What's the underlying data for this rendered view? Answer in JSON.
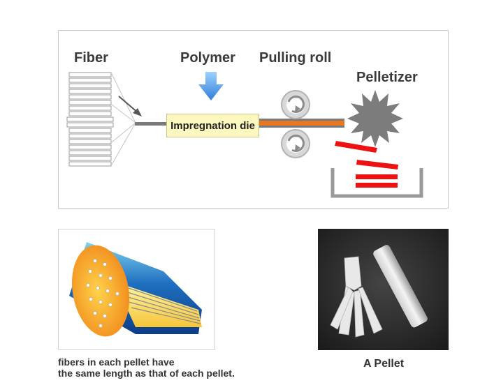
{
  "diagram": {
    "fiber_label": "Fiber",
    "polymer_label": "Polymer",
    "pulling_roll_label": "Pulling roll",
    "pelletizer_label": "Pelletizer",
    "impregnation_die_label": "Impregnation die",
    "colors": {
      "rod_orange": "#e87722",
      "rod_gray": "#7a7a7a",
      "arrow_blue": "#3a8fe0",
      "pellet_red": "#ee1111",
      "pelletizer_gray": "#7c7c7c",
      "die_fill": "#fdf8c0"
    },
    "icons": [
      "down-arrow-icon",
      "rotation-icon",
      "gear-blade-icon"
    ]
  },
  "cross_section": {
    "caption_line1": "fibers in each pellet have",
    "caption_line2": "the same length as that of each pellet."
  },
  "photo": {
    "caption": "A Pellet"
  }
}
